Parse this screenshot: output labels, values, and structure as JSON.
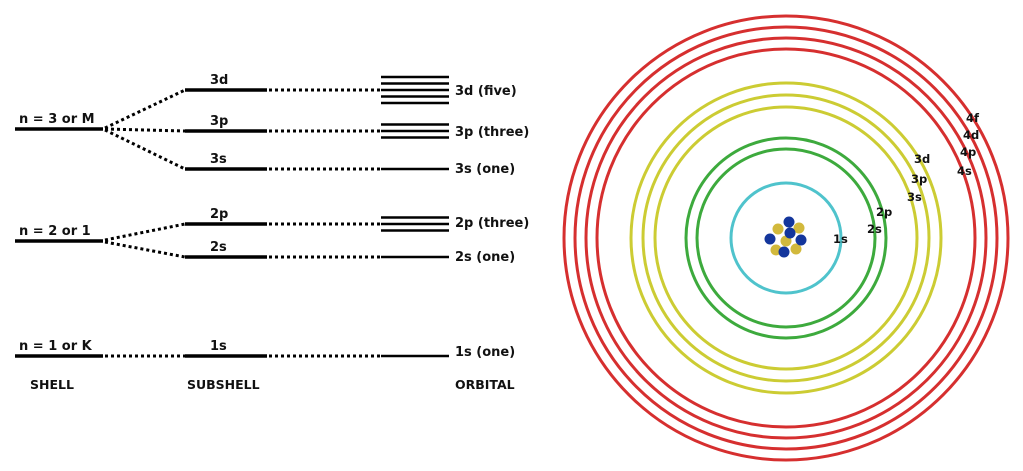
{
  "shells": [
    {
      "label": "n = 3 or M"
    },
    {
      "label": "n = 2 or 1"
    },
    {
      "label": "n = 1 or K"
    }
  ],
  "subshells": [
    {
      "label": "3d",
      "orbitals": "3d (five)",
      "count": 5
    },
    {
      "label": "3p",
      "orbitals": "3p (three)",
      "count": 3
    },
    {
      "label": "3s",
      "orbitals": "3s (one)",
      "count": 1
    },
    {
      "label": "2p",
      "orbitals": "2p (three)",
      "count": 3
    },
    {
      "label": "2s",
      "orbitals": "2s (one)",
      "count": 1
    },
    {
      "label": "1s",
      "orbitals": "1s (one)",
      "count": 1
    }
  ],
  "headers": {
    "shell": "SHELL",
    "subshell": "SUBSHELL",
    "orbital": "ORBITAL"
  },
  "rings": {
    "1s": "1s",
    "2s": "2s",
    "2p": "2p",
    "3s": "3s",
    "3p": "3p",
    "3d": "3d",
    "4s": "4s",
    "4p": "4p",
    "4d": "4d",
    "4f": "4f"
  },
  "colors": {
    "line": "#000000",
    "n1_ring": "#4fc3cc",
    "n2_ring": "#3daa3d",
    "n3_ring": "#cccc33",
    "n4_ring": "#d62f2f",
    "proton": "#d2b93c",
    "neutron": "#14369c"
  }
}
